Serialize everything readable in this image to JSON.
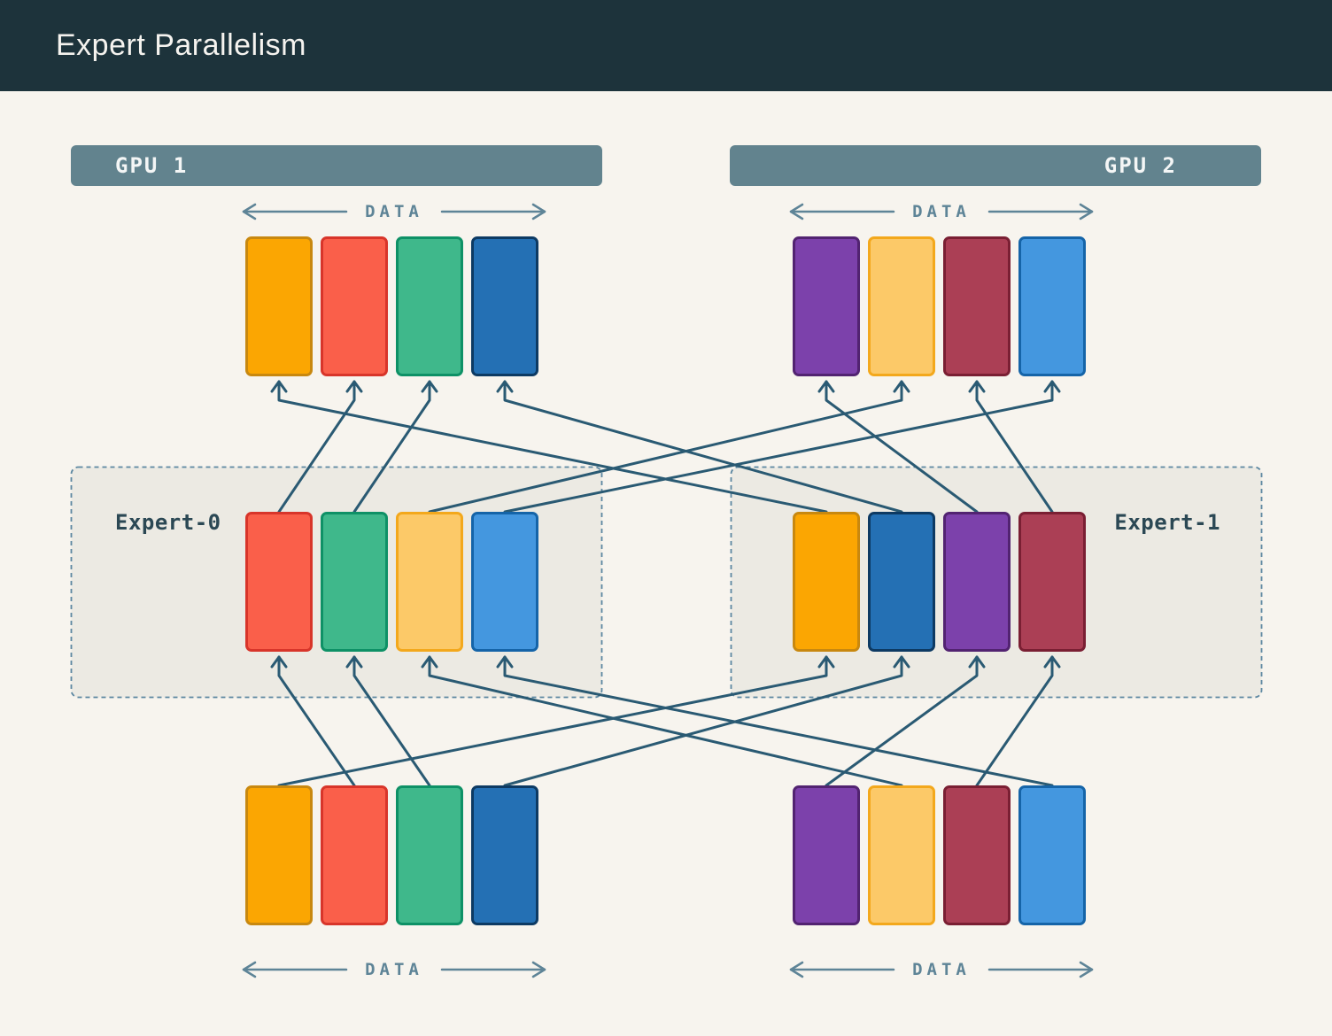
{
  "header": {
    "title": "Expert Parallelism"
  },
  "gpus": [
    {
      "label": "GPU 1"
    },
    {
      "label": "GPU 2"
    }
  ],
  "experts": [
    {
      "label": "Expert-0"
    },
    {
      "label": "Expert-1"
    }
  ],
  "labels": {
    "data": "DATA"
  },
  "style": {
    "page_bg": "#F7F4EE",
    "header_bg": "#1D333B",
    "gpu_bar_bg": "#62838E",
    "line_color": "#2A5A73",
    "data_arrow_color": "#5E8497",
    "expert_box_fill": "#ECEAE3",
    "expert_box_border": "#5C87A1",
    "expert_label_color": "#2B4854"
  },
  "tokens": {
    "orange": {
      "fill": "#FBA602",
      "border": "#C8880F"
    },
    "red": {
      "fill": "#FA5F4A",
      "border": "#D8352A"
    },
    "green": {
      "fill": "#3FB88B",
      "border": "#0E9166"
    },
    "darkblue": {
      "fill": "#2470B4",
      "border": "#0D3A63"
    },
    "purple": {
      "fill": "#7C41AB",
      "border": "#522371"
    },
    "amber": {
      "fill": "#FCC968",
      "border": "#F3A81C"
    },
    "maroon": {
      "fill": "#AB3F55",
      "border": "#7A1F33"
    },
    "lightblue": {
      "fill": "#4497DF",
      "border": "#1564A8"
    }
  },
  "groups": {
    "gpu1_out": [
      "orange",
      "red",
      "green",
      "darkblue"
    ],
    "gpu2_out": [
      "purple",
      "amber",
      "maroon",
      "lightblue"
    ],
    "expert0": [
      "red",
      "green",
      "amber",
      "lightblue"
    ],
    "expert1": [
      "orange",
      "darkblue",
      "purple",
      "maroon"
    ],
    "gpu1_in": [
      "orange",
      "red",
      "green",
      "darkblue"
    ],
    "gpu2_in": [
      "purple",
      "amber",
      "maroon",
      "lightblue"
    ]
  },
  "connections": [
    {
      "from": "expert1.0",
      "to": "gpu1_out.0"
    },
    {
      "from": "expert0.0",
      "to": "gpu1_out.1"
    },
    {
      "from": "expert0.1",
      "to": "gpu1_out.2"
    },
    {
      "from": "expert1.1",
      "to": "gpu1_out.3"
    },
    {
      "from": "expert1.2",
      "to": "gpu2_out.0"
    },
    {
      "from": "expert0.2",
      "to": "gpu2_out.1"
    },
    {
      "from": "expert1.3",
      "to": "gpu2_out.2"
    },
    {
      "from": "expert0.3",
      "to": "gpu2_out.3"
    },
    {
      "from": "gpu1_in.1",
      "to": "expert0.0"
    },
    {
      "from": "gpu1_in.2",
      "to": "expert0.1"
    },
    {
      "from": "gpu2_in.1",
      "to": "expert0.2"
    },
    {
      "from": "gpu2_in.3",
      "to": "expert0.3"
    },
    {
      "from": "gpu1_in.0",
      "to": "expert1.0"
    },
    {
      "from": "gpu1_in.3",
      "to": "expert1.1"
    },
    {
      "from": "gpu2_in.0",
      "to": "expert1.2"
    },
    {
      "from": "gpu2_in.2",
      "to": "expert1.3"
    }
  ]
}
